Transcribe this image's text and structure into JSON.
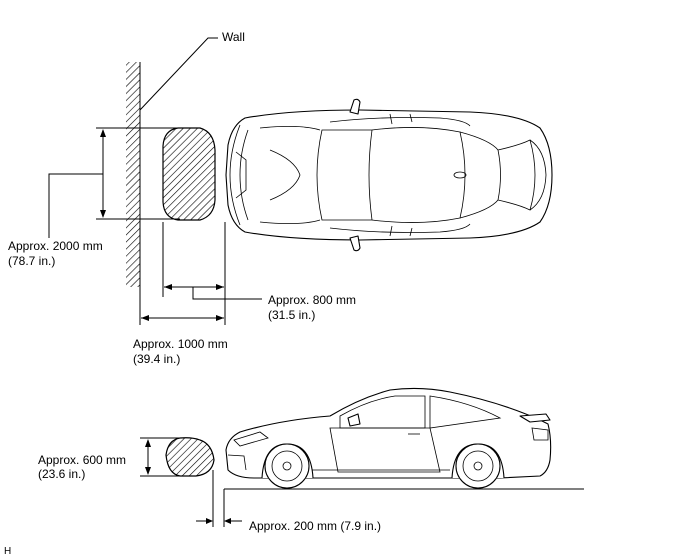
{
  "labels": {
    "wall": "Wall",
    "length_2000": "Approx. 2000 mm",
    "length_2000_in": "(78.7 in.)",
    "gap_800": "Approx. 800 mm",
    "gap_800_in": "(31.5 in.)",
    "dist_1000": "Approx. 1000 mm",
    "dist_1000_in": "(39.4 in.)",
    "height_600": "Approx. 600 mm",
    "height_600_in": "(23.6 in.)",
    "gap_200": "Approx. 200 mm (7.9 in.)",
    "figure_code": "H"
  },
  "colors": {
    "line": "#000000",
    "background": "#ffffff"
  }
}
